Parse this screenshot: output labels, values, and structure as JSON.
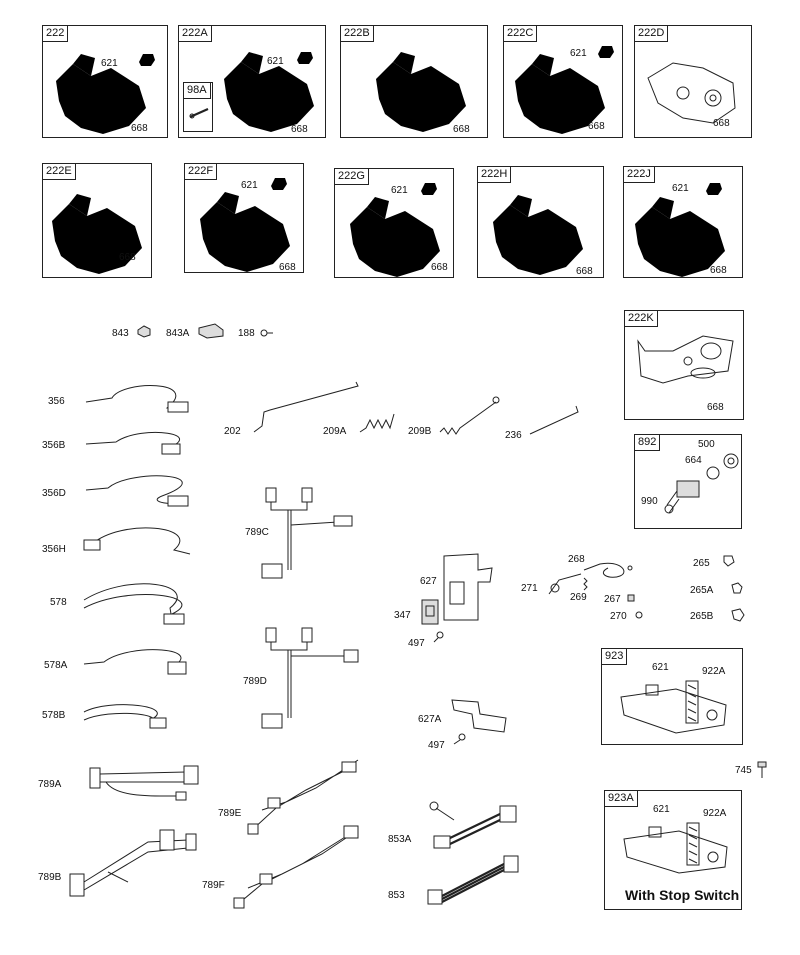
{
  "callouts": {
    "c222": "222",
    "c222A": "222A",
    "c222B": "222B",
    "c222C": "222C",
    "c222D": "222D",
    "c222E": "222E",
    "c222F": "222F",
    "c222G": "222G",
    "c222H": "222H",
    "c222J": "222J",
    "c222K": "222K",
    "c98A": "98A",
    "c892": "892",
    "c923": "923",
    "c923A": "923A",
    "p621": "621",
    "p668": "668",
    "p843": "843",
    "p843A": "843A",
    "p188": "188",
    "p356": "356",
    "p356B": "356B",
    "p356D": "356D",
    "p356H": "356H",
    "p578": "578",
    "p578A": "578A",
    "p578B": "578B",
    "p789A": "789A",
    "p789B": "789B",
    "p789C": "789C",
    "p789D": "789D",
    "p789E": "789E",
    "p789F": "789F",
    "p202": "202",
    "p209A": "209A",
    "p209B": "209B",
    "p236": "236",
    "p627": "627",
    "p627A": "627A",
    "p347": "347",
    "p497": "497",
    "p271": "271",
    "p268": "268",
    "p269": "269",
    "p267": "267",
    "p270": "270",
    "p265": "265",
    "p265A": "265A",
    "p265B": "265B",
    "p500": "500",
    "p664": "664",
    "p990": "990",
    "p922A": "922A",
    "p745": "745",
    "p853": "853",
    "p853A": "853A"
  },
  "notes": {
    "with_stop_switch": "With Stop Switch"
  }
}
